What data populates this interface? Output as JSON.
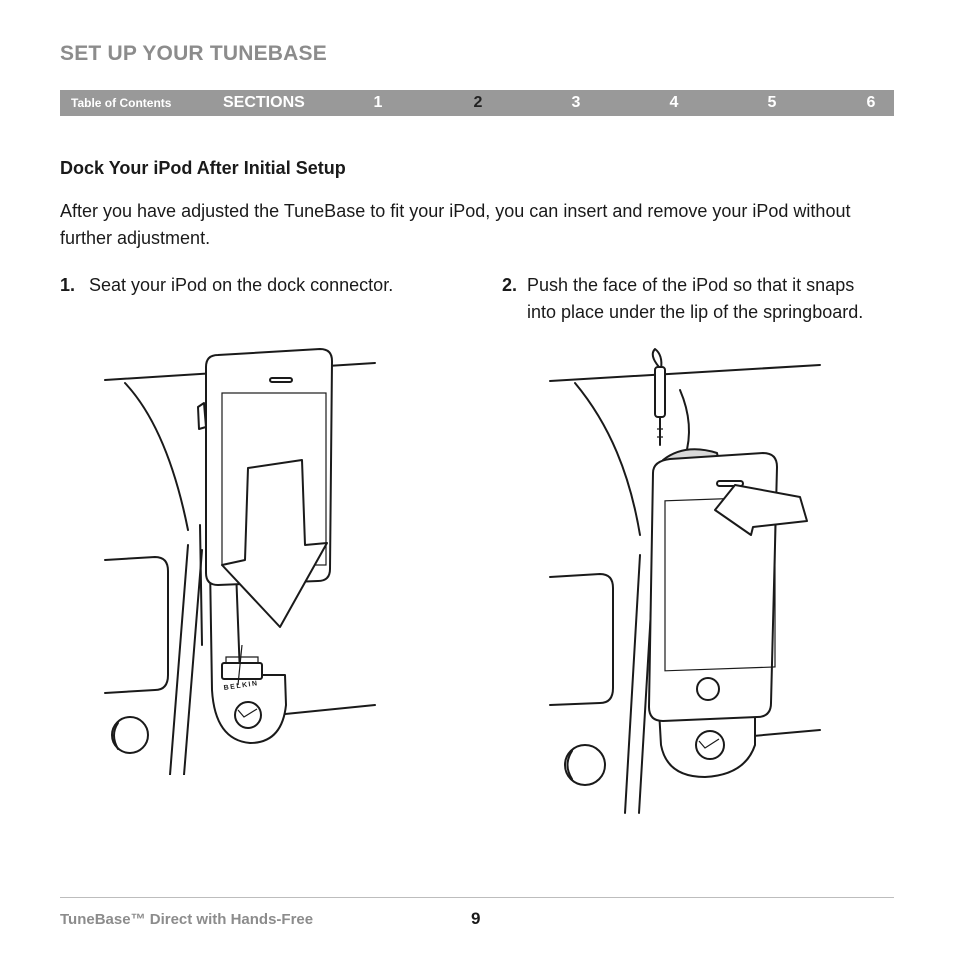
{
  "header": {
    "title": "SET UP YOUR TUNEBASE"
  },
  "nav": {
    "toc": "Table of Contents",
    "sections": "SECTIONS",
    "numbers": [
      "1",
      "2",
      "3",
      "4",
      "5",
      "6"
    ],
    "active": "2"
  },
  "content": {
    "subhead": "Dock Your iPod After Initial Setup",
    "intro": "After you have adjusted the TuneBase to fit your iPod, you can insert and remove your iPod without further adjustment.",
    "steps": [
      {
        "num": "1.",
        "text": "Seat your iPod on the dock connector."
      },
      {
        "num": "2.",
        "text": "Push the face of the iPod so that it snaps into place under the lip of the springboard."
      }
    ],
    "device_brand": "BELKIN"
  },
  "footer": {
    "product": "TuneBase™ Direct with Hands-Free",
    "page": "9"
  },
  "colors": {
    "nav_bg": "#999999",
    "header_gray": "#8c8c8c",
    "text": "#1a1a1a"
  }
}
